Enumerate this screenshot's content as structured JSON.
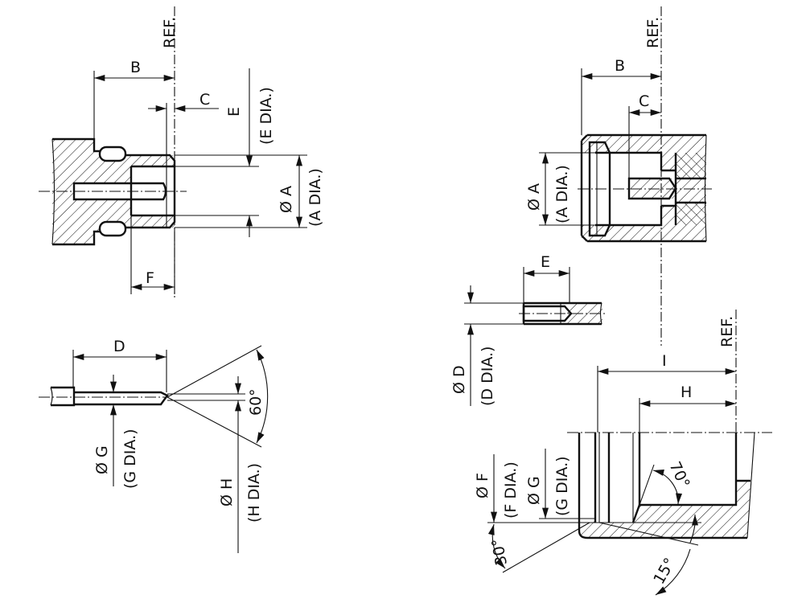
{
  "views": {
    "plug_body": {
      "ref": "REF.",
      "b": "B",
      "c": "C",
      "e": "E",
      "e_dia": "(E DIA.)",
      "a": "Ø A",
      "a_dia": "(A DIA.)",
      "f": "F"
    },
    "plug_pin": {
      "d": "D",
      "g": "Ø G",
      "g_dia": "(G DIA.)",
      "h": "Ø H",
      "h_dia": "(H DIA.)",
      "angle": "60°"
    },
    "jack_body": {
      "ref": "REF.",
      "b": "B",
      "c": "C",
      "a": "Ø A",
      "a_dia": "(A DIA.)"
    },
    "jack_socket": {
      "e": "E",
      "d": "Ø D",
      "d_dia": "(D DIA.)"
    },
    "jack_bore": {
      "ref": "REF.",
      "i": "I",
      "h": "H",
      "f": "Ø F",
      "f_dia": "(F DIA.)",
      "g": "Ø G",
      "g_dia": "(G DIA.)",
      "angle_70": "70°",
      "angle_30": "30°",
      "angle_15": "15°"
    }
  }
}
